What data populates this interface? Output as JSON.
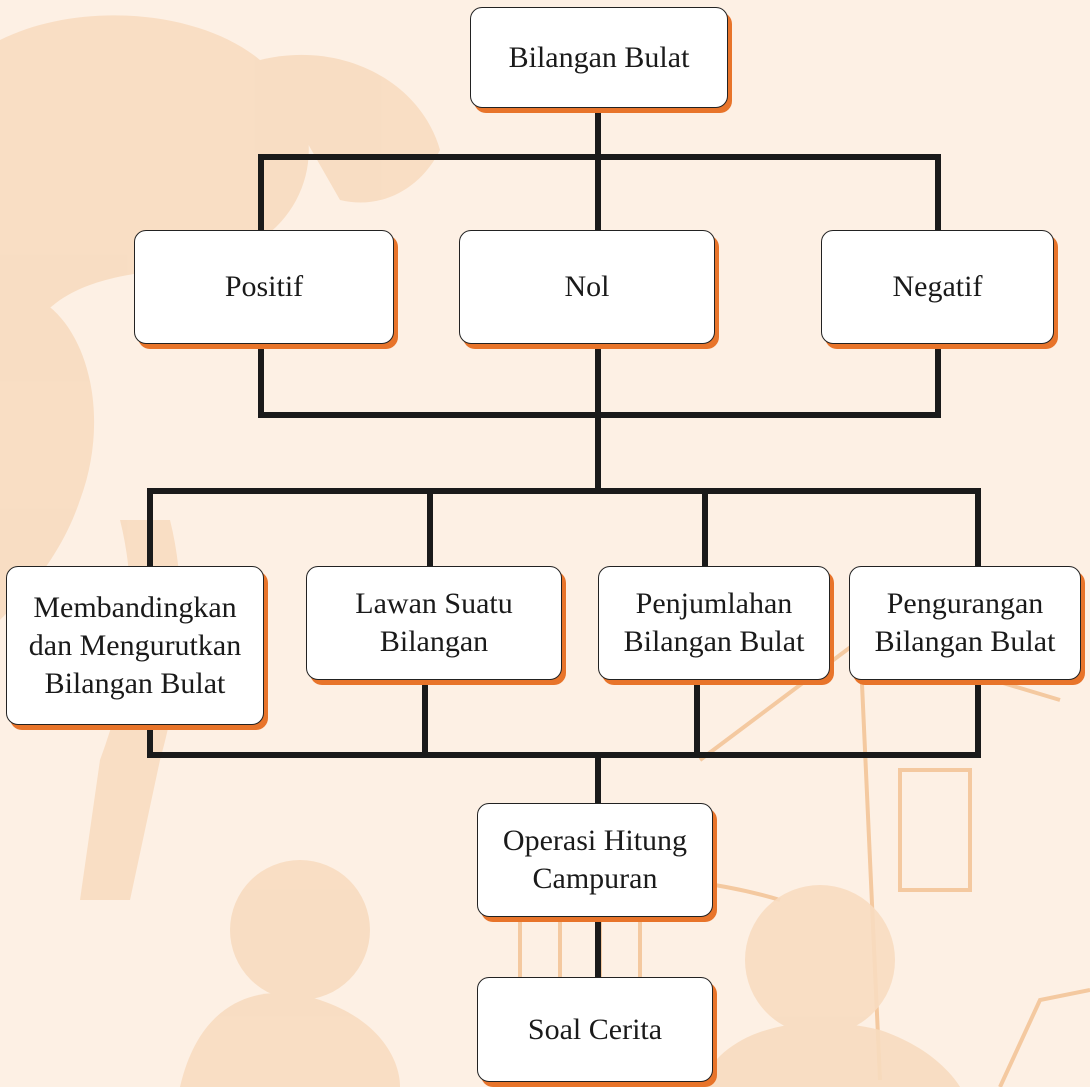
{
  "colors": {
    "line": "#1a1a1a",
    "shadow": "#e8742a",
    "node_fill": "#ffffff",
    "background": "#fdf0e4",
    "illustration": "#f6cfa9"
  },
  "diagram": {
    "root": {
      "lines": [
        "Bilangan Bulat"
      ]
    },
    "types": [
      {
        "lines": [
          "Positif"
        ]
      },
      {
        "lines": [
          "Nol"
        ]
      },
      {
        "lines": [
          "Negatif"
        ]
      }
    ],
    "topics": [
      {
        "lines": [
          "Membandingkan",
          "dan Mengurutkan",
          "Bilangan Bulat"
        ]
      },
      {
        "lines": [
          "Lawan Suatu",
          "Bilangan"
        ]
      },
      {
        "lines": [
          "Penjumlahan",
          "Bilangan Bulat"
        ]
      },
      {
        "lines": [
          "Pengurangan",
          "Bilangan Bulat"
        ]
      }
    ],
    "mixed": {
      "lines": [
        "Operasi Hitung",
        "Campuran"
      ]
    },
    "story": {
      "lines": [
        "Soal Cerita"
      ]
    }
  }
}
